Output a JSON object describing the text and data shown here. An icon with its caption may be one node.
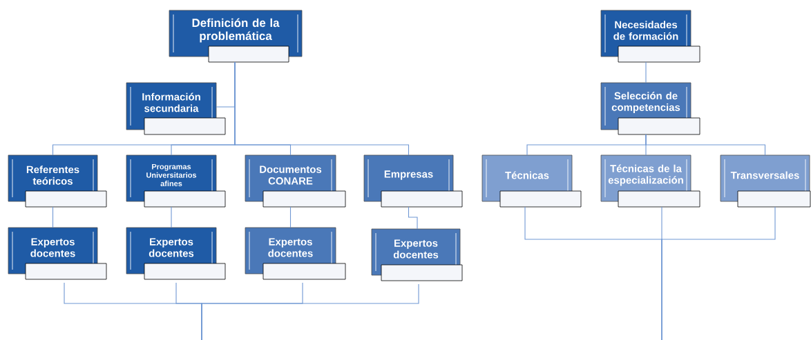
{
  "diagram": {
    "nodes": [
      {
        "text": [
          "Definición de la problemática"
        ]
      },
      {
        "text": [
          "Información secundaria"
        ]
      },
      {
        "text": [
          "Referentes teóricos"
        ]
      },
      {
        "text": [
          "Programas Universitarios afines"
        ]
      },
      {
        "text": [
          "Documentos CONARE"
        ]
      },
      {
        "text": [
          "Empresas"
        ]
      },
      {
        "text": [
          "Expertos docentes"
        ]
      },
      {
        "text": [
          "Expertos docentes"
        ]
      },
      {
        "text": [
          "Expertos docentes"
        ]
      },
      {
        "text": [
          "Expertos docentes"
        ]
      },
      {
        "text": [
          "Necesidades de formación"
        ]
      },
      {
        "text": [
          "Selección de competencias"
        ]
      },
      {
        "text": [
          "Técnicas"
        ]
      },
      {
        "text": [
          "Técnicas de la especialización"
        ]
      },
      {
        "text": [
          "Transversales"
        ]
      }
    ],
    "edges": [
      {
        "from": 0,
        "to": 1,
        "arrow": "none"
      },
      {
        "from": 0,
        "to": 2,
        "arrow": "none"
      },
      {
        "from": 0,
        "to": 3,
        "arrow": "none"
      },
      {
        "from": 0,
        "to": 4,
        "arrow": "none"
      },
      {
        "from": 0,
        "to": 5,
        "arrow": "none"
      },
      {
        "from": 2,
        "to": 6,
        "arrow": "none"
      },
      {
        "from": 3,
        "to": 7,
        "arrow": "none"
      },
      {
        "from": 4,
        "to": 8,
        "arrow": "none"
      },
      {
        "from": 5,
        "to": 9,
        "arrow": "none"
      },
      {
        "from": 6,
        "to": null,
        "arrow": "none"
      },
      {
        "from": 7,
        "to": null,
        "arrow": "none"
      },
      {
        "from": 8,
        "to": null,
        "arrow": "none"
      },
      {
        "from": 9,
        "to": null,
        "arrow": "none"
      },
      {
        "from": 10,
        "to": 11,
        "arrow": "none"
      },
      {
        "from": 11,
        "to": 12,
        "arrow": "none"
      },
      {
        "from": 11,
        "to": 13,
        "arrow": "none"
      },
      {
        "from": 11,
        "to": 14,
        "arrow": "none"
      },
      {
        "from": 12,
        "to": null,
        "arrow": "none"
      },
      {
        "from": 13,
        "to": null,
        "arrow": "none"
      },
      {
        "from": 14,
        "to": null,
        "arrow": "none"
      }
    ]
  }
}
